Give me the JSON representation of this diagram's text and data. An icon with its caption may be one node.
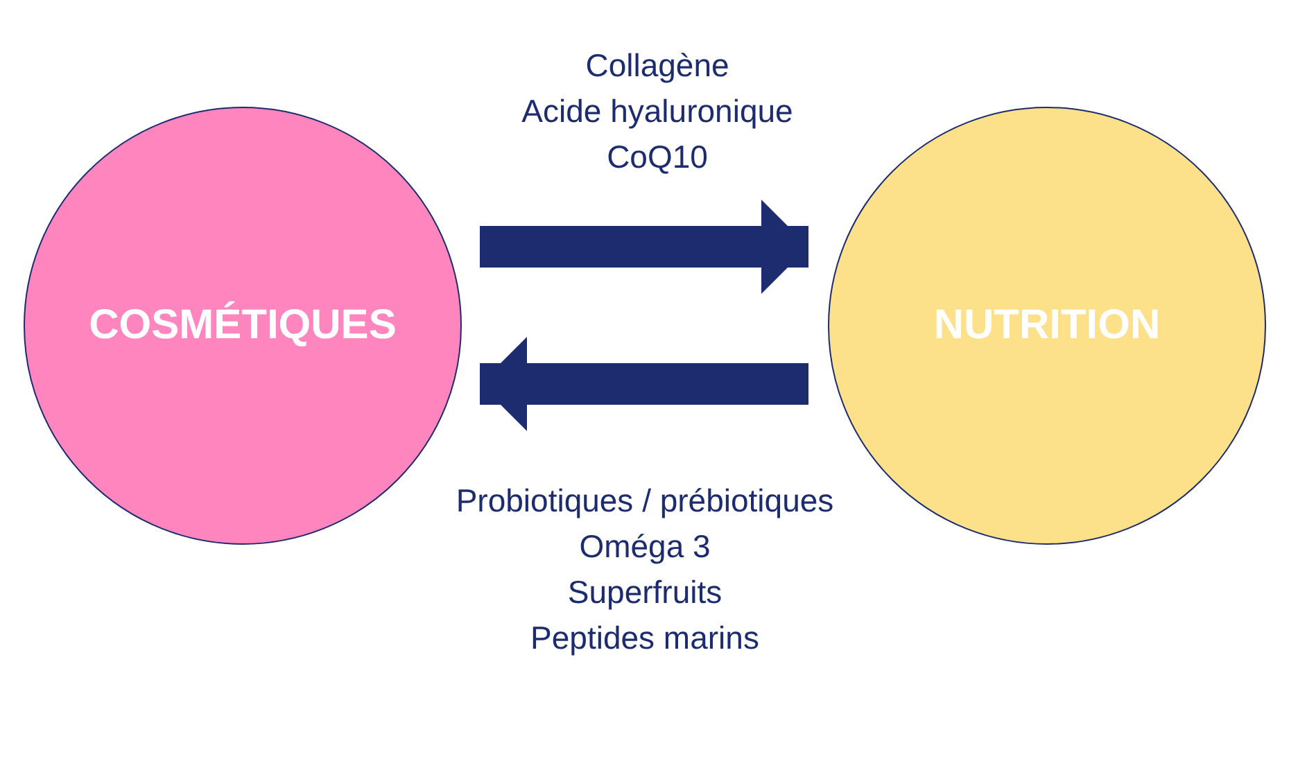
{
  "diagram": {
    "nodes": [
      {
        "text": [
          "COSMÉTIQUES"
        ]
      },
      {
        "text": [
          "NUTRITION"
        ]
      }
    ],
    "edges": [
      {
        "from": 0,
        "to": 1,
        "arrow": "to"
      },
      {
        "from": 1,
        "to": 0,
        "arrow": "to"
      }
    ],
    "labels": [
      "Collagène",
      "Acide hyaluronique",
      "CoQ10",
      "Probiotiques / prébiotiques",
      "Oméga 3",
      "Superfruits",
      "Peptides marins"
    ]
  }
}
